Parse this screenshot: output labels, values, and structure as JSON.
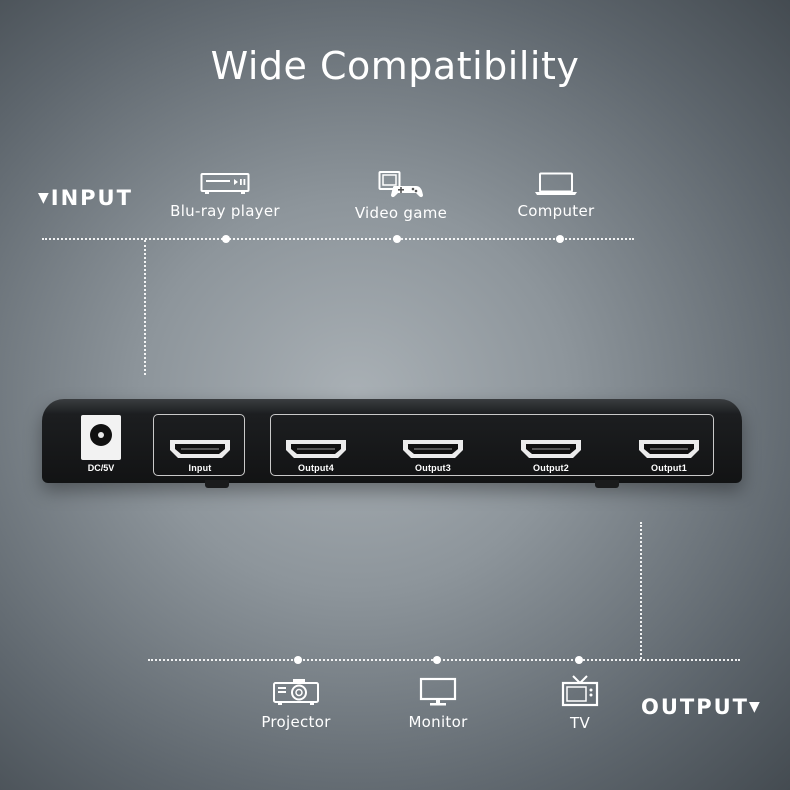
{
  "title": "Wide Compatibility",
  "input": {
    "label": "INPUT",
    "devices": [
      {
        "label": "Blu-ray player",
        "icon": "blu-ray-player-icon"
      },
      {
        "label": "Video game",
        "icon": "game-controller-icon"
      },
      {
        "label": "Computer",
        "icon": "laptop-icon"
      }
    ]
  },
  "output": {
    "label": "OUTPUT",
    "devices": [
      {
        "label": "Projector",
        "icon": "projector-icon"
      },
      {
        "label": "Monitor",
        "icon": "monitor-icon"
      },
      {
        "label": "TV",
        "icon": "tv-icon"
      }
    ]
  },
  "splitter": {
    "power_label": "DC/5V",
    "ports": [
      "Input",
      "Output4",
      "Output3",
      "Output2",
      "Output1"
    ]
  },
  "colors": {
    "text": "#ffffff",
    "device_body": "#141516",
    "background_center": "#a9b0b5"
  }
}
